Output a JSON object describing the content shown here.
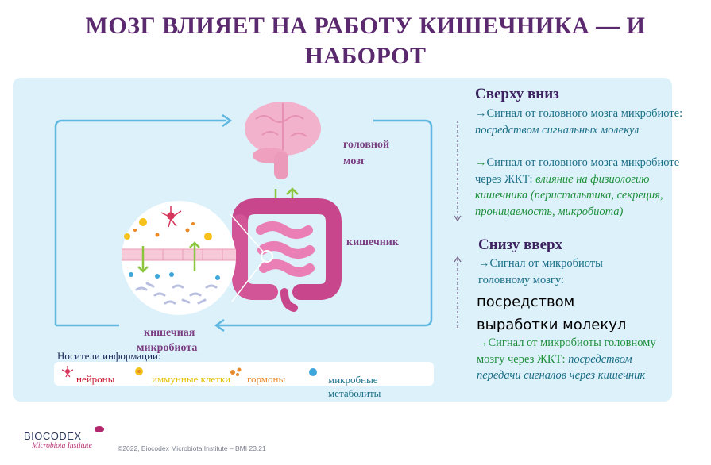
{
  "title": "МОЗГ ВЛИЯЕТ НА РАБОТУ КИШЕЧНИКА — И НАБОРОТ",
  "labels": {
    "brain_line1": "головной",
    "brain_line2": "мозг",
    "gut": "кишечник",
    "microbiota_line1": "кишечная",
    "microbiota_line2": "микробиота"
  },
  "legend": {
    "title": "Носители информации:",
    "neurons": "нейроны",
    "immune": "иммунные клетки",
    "hormones": "гормоны",
    "metabolites_line1": "микробные",
    "metabolites_line2": "метаболиты"
  },
  "top_down": {
    "header": "Сверху вниз",
    "item1_plain": "Сигнал от головного мозга микробиоте: ",
    "item1_italic": "посредством сигнальных молекул",
    "item2_plain": "Сигнал от головного мозга микробиоте через ЖКТ: ",
    "item2_italic": "влияние на физиологию кишечника (перистальтика, секреция, проницаемость, микробиота)"
  },
  "bottom_up": {
    "header": "Снизу вверх",
    "item1_plain": "Сигнал от микробиоты головному мозгу:",
    "item1_big_line1": "посредством",
    "item1_big_line2": "выработки молекул",
    "item2_plain": "Сигнал от микробиоты головному мозгу через ЖКТ: ",
    "item2_italic": "посредством передачи сигналов через кишечник"
  },
  "footer": {
    "logo": "BIOCODEX",
    "logo_sub": "Microbiota Institute",
    "copyright": "©2022, Biocodex Microbiota Institute  –  BMI 23.21"
  },
  "colors": {
    "title": "#5b2a6e",
    "panel": "#ddf1fa",
    "brain": "#f1a8c4",
    "gut": "#d9559b",
    "arrows_green": "#8cc63f",
    "loop": "#5fb8e0"
  }
}
